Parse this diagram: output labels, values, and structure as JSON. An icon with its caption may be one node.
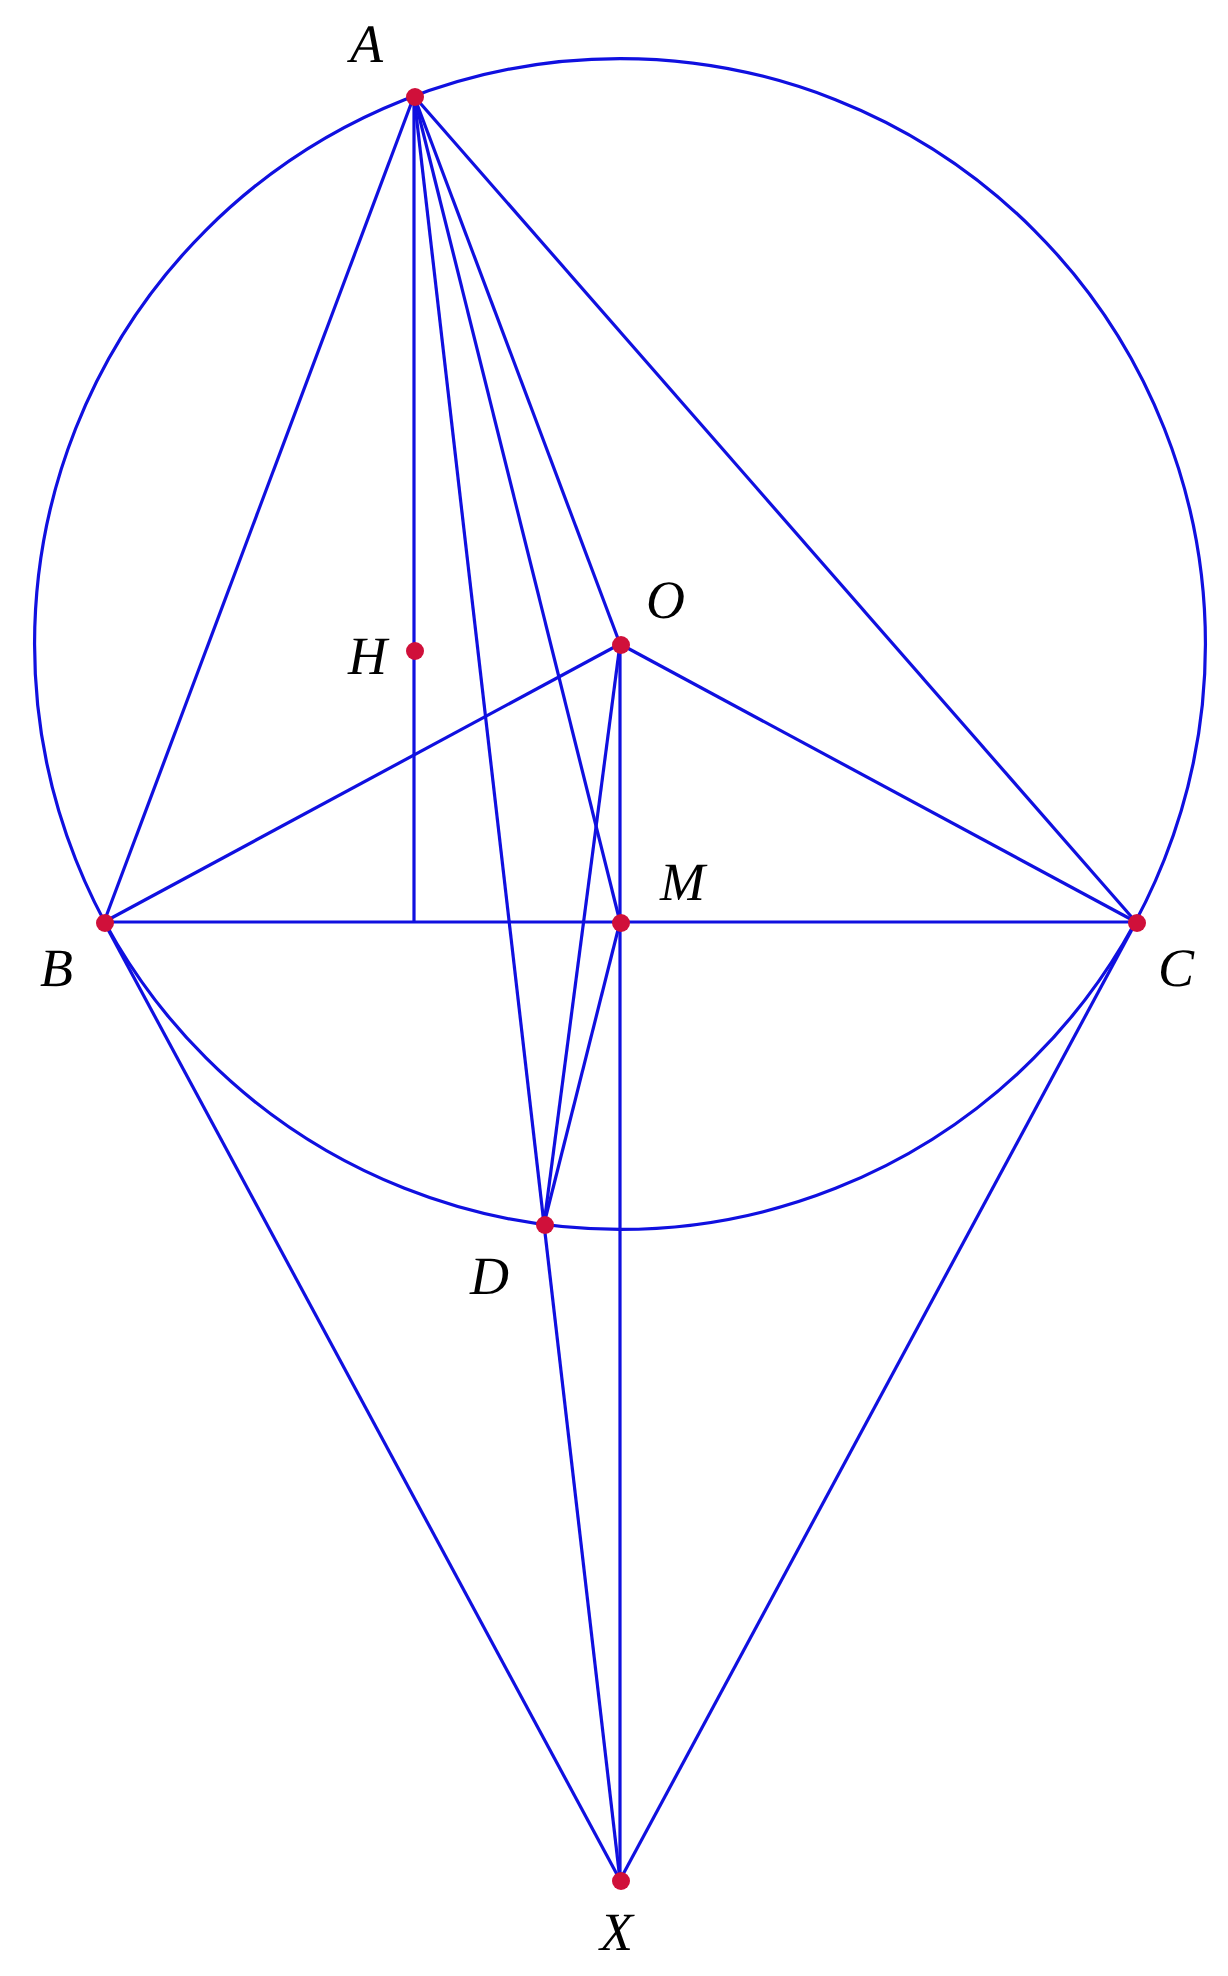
{
  "diagram": {
    "nodes": [
      {
        "text": [
          "A"
        ]
      },
      {
        "text": [
          "H"
        ]
      },
      {
        "text": [
          "O"
        ]
      },
      {
        "text": [
          "B"
        ]
      },
      {
        "text": [
          "M"
        ]
      },
      {
        "text": [
          "C"
        ]
      },
      {
        "text": [
          "D"
        ]
      },
      {
        "text": [
          "X"
        ]
      }
    ],
    "edges": [
      {
        "from": 0,
        "to": 3,
        "arrow": "none"
      },
      {
        "from": 0,
        "to": 1,
        "arrow": "none"
      },
      {
        "from": 1,
        "to": null,
        "arrow": "none"
      },
      {
        "from": 0,
        "to": 6,
        "arrow": "none"
      },
      {
        "from": 6,
        "to": 7,
        "arrow": "none"
      },
      {
        "from": 0,
        "to": 4,
        "arrow": "none"
      },
      {
        "from": 0,
        "to": 2,
        "arrow": "none"
      },
      {
        "from": 0,
        "to": 5,
        "arrow": "none"
      },
      {
        "from": 2,
        "to": 3,
        "arrow": "none"
      },
      {
        "from": 2,
        "to": 5,
        "arrow": "none"
      },
      {
        "from": 2,
        "to": 4,
        "arrow": "none"
      },
      {
        "from": 4,
        "to": 7,
        "arrow": "none"
      },
      {
        "from": 3,
        "to": 4,
        "arrow": "none"
      },
      {
        "from": 4,
        "to": 5,
        "arrow": "none"
      },
      {
        "from": 3,
        "to": 7,
        "arrow": "none"
      },
      {
        "from": 5,
        "to": 7,
        "arrow": "none"
      },
      {
        "from": 6,
        "to": 2,
        "arrow": "none"
      },
      {
        "from": 6,
        "to": 4,
        "arrow": "none"
      }
    ]
  }
}
